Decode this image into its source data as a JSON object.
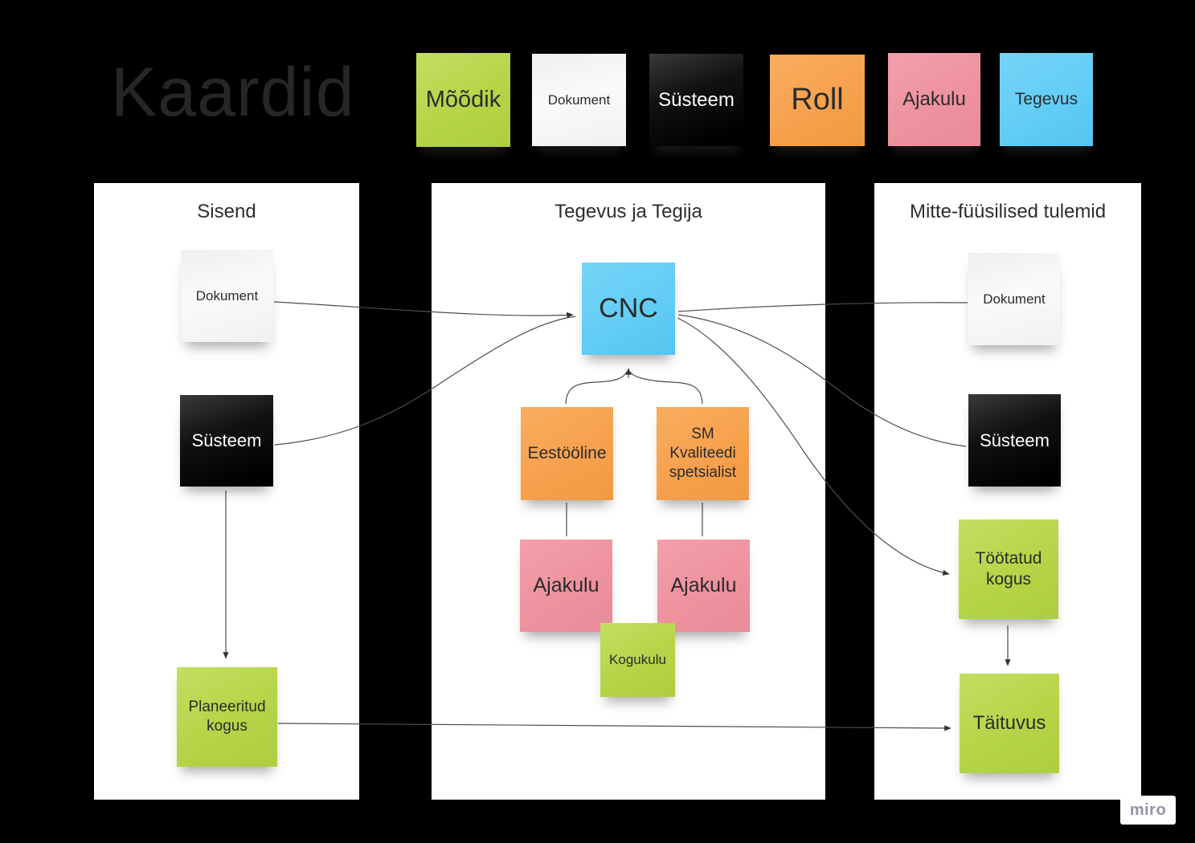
{
  "title": "Kaardid",
  "watermark": "miro",
  "colors": {
    "background": "#000000",
    "panel": "#ffffff",
    "note_green": "#b6d447",
    "note_white": "#f7f7f7",
    "note_black": "#0d0d0d",
    "note_orange": "#f7a14e",
    "note_pink": "#ee929f",
    "note_blue": "#63cdf6",
    "connector": "#4d4d4d"
  },
  "legend": [
    {
      "label": "Mõõdik",
      "type": "green"
    },
    {
      "label": "Dokument",
      "type": "white"
    },
    {
      "label": "Süsteem",
      "type": "black"
    },
    {
      "label": "Roll",
      "type": "orange"
    },
    {
      "label": "Ajakulu",
      "type": "pink"
    },
    {
      "label": "Tegevus",
      "type": "blue"
    }
  ],
  "panels": [
    {
      "header": "Sisend",
      "notes": [
        {
          "label": "Dokument",
          "type": "white"
        },
        {
          "label": "Süsteem",
          "type": "black"
        },
        {
          "label": "Planeeritud kogus",
          "type": "green"
        }
      ]
    },
    {
      "header": "Tegevus ja Tegija",
      "notes": [
        {
          "label": "CNC",
          "type": "blue"
        },
        {
          "label": "Eestööline",
          "type": "orange"
        },
        {
          "label": "SM Kvaliteedi spetsialist",
          "type": "orange"
        },
        {
          "label": "Ajakulu",
          "type": "pink"
        },
        {
          "label": "Ajakulu",
          "type": "pink"
        },
        {
          "label": "Kogukulu",
          "type": "green"
        }
      ]
    },
    {
      "header": "Mitte-füüsilised tulemid",
      "notes": [
        {
          "label": "Dokument",
          "type": "white"
        },
        {
          "label": "Süsteem",
          "type": "black"
        },
        {
          "label": "Töötatud kogus",
          "type": "green"
        },
        {
          "label": "Täituvus",
          "type": "green"
        }
      ]
    }
  ],
  "connections": [
    {
      "from": "sisend-dokument",
      "to": "cnc",
      "arrow": true
    },
    {
      "from": "sisend-süsteem",
      "to": "cnc",
      "arrow": true
    },
    {
      "from": "sisend-süsteem",
      "to": "planeeritud-kogus",
      "arrow": true
    },
    {
      "from": "planeeritud-kogus",
      "to": "täituvus",
      "arrow": true
    },
    {
      "from": "cnc",
      "to": "tulem-dokument",
      "arrow": false
    },
    {
      "from": "cnc",
      "to": "tulem-süsteem",
      "arrow": false
    },
    {
      "from": "cnc",
      "to": "töötatud-kogus",
      "arrow": true
    },
    {
      "from": "eestööline + sm-kvaliteedi-spetsialist",
      "to": "cnc",
      "arrow": true,
      "style": "brace"
    },
    {
      "from": "eestööline",
      "to": "ajakulu-1",
      "arrow": false
    },
    {
      "from": "sm-kvaliteedi-spetsialist",
      "to": "ajakulu-2",
      "arrow": false
    },
    {
      "from": "töötatud-kogus",
      "to": "täituvus",
      "arrow": true
    }
  ]
}
